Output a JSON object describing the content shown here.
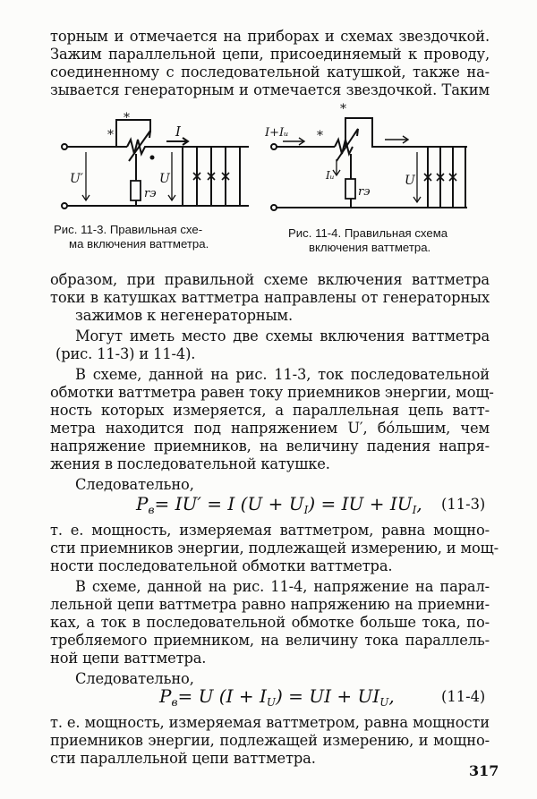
{
  "top_lines": [
    "торным и отмечается на приборах и схемах звездочкой.",
    "Зажим параллельной цепи, присоединяемый к проводу,",
    "соединенному с последовательной катушкой, также на-",
    "зывается генераторным и отмечается звездочкой. Таким"
  ],
  "figures": {
    "fig1": {
      "caption_line1": "Рис. 11-3. Правильная схе-",
      "caption_line2": "ма включения ваттметра.",
      "label_I": "I",
      "label_Uprime": "U′",
      "label_U": "U",
      "label_r": "rэ",
      "star": "*"
    },
    "fig2": {
      "caption_line1": "Рис. 11-4. Правильная схема",
      "caption_line2": "включения ваттметра.",
      "label_current": "I+Iᵤ",
      "label_Iu": "Iᵤ",
      "label_U": "U",
      "label_r": "rэ",
      "star": "*"
    }
  },
  "paragraph1": [
    "образом, при правильной схеме включения ваттметра",
    "токи в катушках ваттметра направлены от генераторных",
    "зажимов к негенераторным."
  ],
  "paragraph2": [
    "Могут иметь место две схемы включения ваттметра",
    "(рис. 11-3) и 11-4)."
  ],
  "paragraph3": [
    "В схеме, данной на рис. 11-3, ток последовательной",
    "обмотки ваттметра равен току приемников энергии, мощ-",
    "ность которых измеряется, а параллельная цепь ватт-",
    "метра находится под напряжением U′, бо́льшим, чем",
    "напряжение приемников, на величину падения напря-",
    "жения в последовательной катушке."
  ],
  "therefore_1": "Следовательно,",
  "equation_1": {
    "lhs": "P",
    "lhs_sub": "в",
    "body": "= IU′ = I (U + U",
    "sub1": "I",
    "body2": ") = IU + IU",
    "sub2": "I",
    "tail": ",",
    "number": "(11-3)"
  },
  "paragraph4": [
    "т. е. мощность, измеряемая ваттметром, равна мощно-",
    "сти приемников энергии, подлежащей измерению, и мощ-",
    "ности последовательной обмотки ваттметра."
  ],
  "paragraph5": [
    "В схеме, данной на рис. 11-4, напряжение на парал-",
    "лельной цепи ваттметра равно напряжению на приемни-",
    "ках, а ток в последовательной обмотке больше тока, по-",
    "требляемого приемником, на величину тока параллель-",
    "ной цепи ваттметра."
  ],
  "therefore_2": "Следовательно,",
  "equation_2": {
    "lhs": "P",
    "lhs_sub": "в",
    "body": "= U (I + I",
    "sub1": "U",
    "body2": ") = UI + UI",
    "sub2": "U",
    "tail": ",",
    "number": "(11-4)"
  },
  "paragraph6": [
    "т. е. мощность, измеряемая ваттметром, равна мощности",
    "приемников энергии, подлежащей измерению, и мощно-",
    "сти параллельной цепи ваттметра."
  ],
  "page_number": "317"
}
